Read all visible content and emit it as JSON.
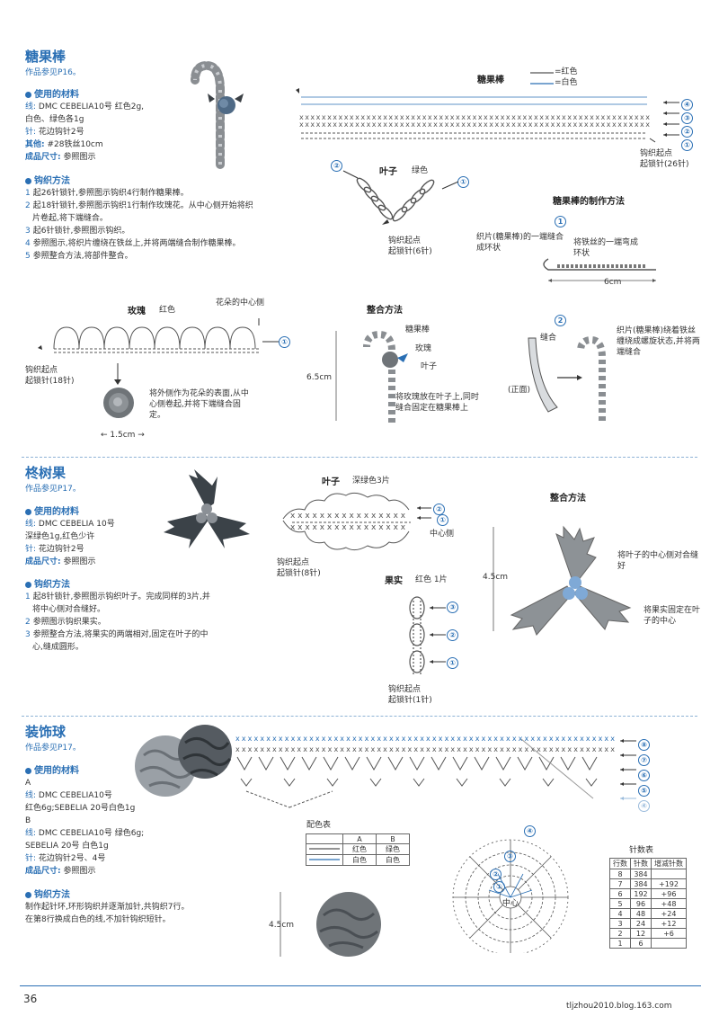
{
  "colors": {
    "accent": "#2a6fb4",
    "yarn_red": "#555555",
    "yarn_white": "#2a6fb4",
    "art_gray": "#6f7478"
  },
  "candy": {
    "title": "糖果棒",
    "ref": "作品参见P16。",
    "materials_head": "使用的材料",
    "materials": [
      {
        "label": "线:",
        "text": "DMC CEBELIA10号 红色2g,"
      },
      {
        "label": "",
        "text": "白色、绿色各1g"
      },
      {
        "label": "针:",
        "text": "花边钩针2号"
      },
      {
        "label": "其他:",
        "text": "#28铁丝10cm"
      },
      {
        "label": "成品尺寸:",
        "text": "参照图示"
      }
    ],
    "method_head": "钩织方法",
    "steps": [
      {
        "n": "1",
        "t": "起26针锁针,参照图示钩织4行制作糖果棒。"
      },
      {
        "n": "2",
        "t": "起18针锁针,参照图示钩织1行制作玫瑰花。从中心侧开始将织"
      },
      {
        "n": "",
        "t": "片卷起,将下端缝合。"
      },
      {
        "n": "3",
        "t": "起6针锁针,参照图示钩织。"
      },
      {
        "n": "4",
        "t": "参照图示,将织片缠绕在铁丝上,并将两端缝合制作糖果棒。"
      },
      {
        "n": "5",
        "t": "参照整合方法,将部件整合。"
      }
    ],
    "stitch_title": "糖果棒",
    "legend_red": "=红色",
    "legend_white": "=白色",
    "rows": [
      "④",
      "③",
      "②",
      "①"
    ],
    "chain_start": "钩织起点",
    "chain_count": "起锁针(26针)",
    "leaf_title": "叶子",
    "leaf_color": "绿色",
    "leaf_start": "钩织起点",
    "leaf_count": "起锁针(6针)",
    "method_title": "糖果棒的制作方法",
    "m1_text": "织片(糖果棒)的一端缝合成环状",
    "m1_wire": "将铁丝的一端弯成环状",
    "m1_len": "6cm",
    "m2_seam": "缝合",
    "m2_side": "正面",
    "m2_text": "织片(糖果棒)绕着铁丝缠绕成螺旋状态,并将两端缝合",
    "rose_title": "玫瑰",
    "rose_color": "红色",
    "rose_center": "花朵的中心侧",
    "rose_start": "钩织起点",
    "rose_count": "起锁针(18针)",
    "rose_note": "将外侧作为花朵的表面,从中心侧卷起,并将下端缝合固定。",
    "rose_size": "1.5cm",
    "assemble_title": "整合方法",
    "a_candy": "糖果棒",
    "a_rose": "玫瑰",
    "a_leaf": "叶子",
    "a_height": "6.5cm",
    "a_note": "将玫瑰放在叶子上,同时缝合固定在糖果棒上"
  },
  "holly": {
    "title": "柊树果",
    "ref": "作品参见P17。",
    "materials_head": "使用的材料",
    "materials": [
      {
        "label": "线:",
        "text": "DMC CEBELIA 10号"
      },
      {
        "label": "",
        "text": "深绿色1g,红色少许"
      },
      {
        "label": "针:",
        "text": "花边钩针2号"
      },
      {
        "label": "成品尺寸:",
        "text": "参照图示"
      }
    ],
    "method_head": "钩织方法",
    "steps": [
      {
        "n": "1",
        "t": "起8针锁针,参照图示钩织叶子。完成同样的3片,并"
      },
      {
        "n": "",
        "t": "将中心侧对合缝好。"
      },
      {
        "n": "2",
        "t": "参照图示钩织果实。"
      },
      {
        "n": "3",
        "t": "参照整合方法,将果实的两端相对,固定在叶子的中"
      },
      {
        "n": "",
        "t": "心,缝成圆形。"
      }
    ],
    "leaf_title": "叶子",
    "leaf_color": "深绿色3片",
    "leaf_center": "中心侧",
    "leaf_start": "钩织起点",
    "leaf_count": "起锁针(8针)",
    "berry_title": "果实",
    "berry_color": "红色 1片",
    "berry_start": "钩织起点",
    "berry_count": "起锁针(1针)",
    "assemble_title": "整合方法",
    "a_note1": "将叶子的中心侧对合缝好",
    "a_note2": "将果实固定在叶子的中心",
    "a_height": "4.5cm"
  },
  "ball": {
    "title": "装饰球",
    "ref": "作品参见P17。",
    "materials_head": "使用的材料",
    "materials": [
      {
        "label": "",
        "text": "A"
      },
      {
        "label": "线:",
        "text": "DMC CEBELIA10号"
      },
      {
        "label": "",
        "text": "红色6g;SEBELIA 20号白色1g"
      },
      {
        "label": "",
        "text": "B"
      },
      {
        "label": "线:",
        "text": "DMC CEBELIA10号 绿色6g;"
      },
      {
        "label": "",
        "text": "SEBELIA 20号 白色1g"
      },
      {
        "label": "针:",
        "text": "花边钩针2号、4号"
      },
      {
        "label": "成品尺寸:",
        "text": "参照图示"
      }
    ],
    "method_head": "钩织方法",
    "method_text": [
      "制作起针环,环形钩织并逐渐加针,共钩织7行。",
      "在第8行换成白色的线,不加针钩织短针。"
    ],
    "rows": [
      "⑧",
      "⑦",
      "⑥",
      "⑤",
      "④"
    ],
    "center": "中心",
    "size": "4.5cm",
    "color_table": {
      "title": "配色表",
      "headers": [
        "",
        "A",
        "B"
      ],
      "rows": [
        [
          "",
          "红色",
          "绿色"
        ],
        [
          "",
          "白色",
          "白色"
        ]
      ]
    },
    "count_table": {
      "title": "针数表",
      "headers": [
        "行数",
        "针数",
        "增减针数"
      ],
      "rows": [
        [
          "8",
          "384",
          ""
        ],
        [
          "7",
          "384",
          "+192"
        ],
        [
          "6",
          "192",
          "+96"
        ],
        [
          "5",
          "96",
          "+48"
        ],
        [
          "4",
          "48",
          "+24"
        ],
        [
          "3",
          "24",
          "+12"
        ],
        [
          "2",
          "12",
          "+6"
        ],
        [
          "1",
          "6",
          ""
        ]
      ]
    }
  },
  "footer": {
    "page": "36",
    "site": "tljzhou2010.blog.163.com"
  }
}
